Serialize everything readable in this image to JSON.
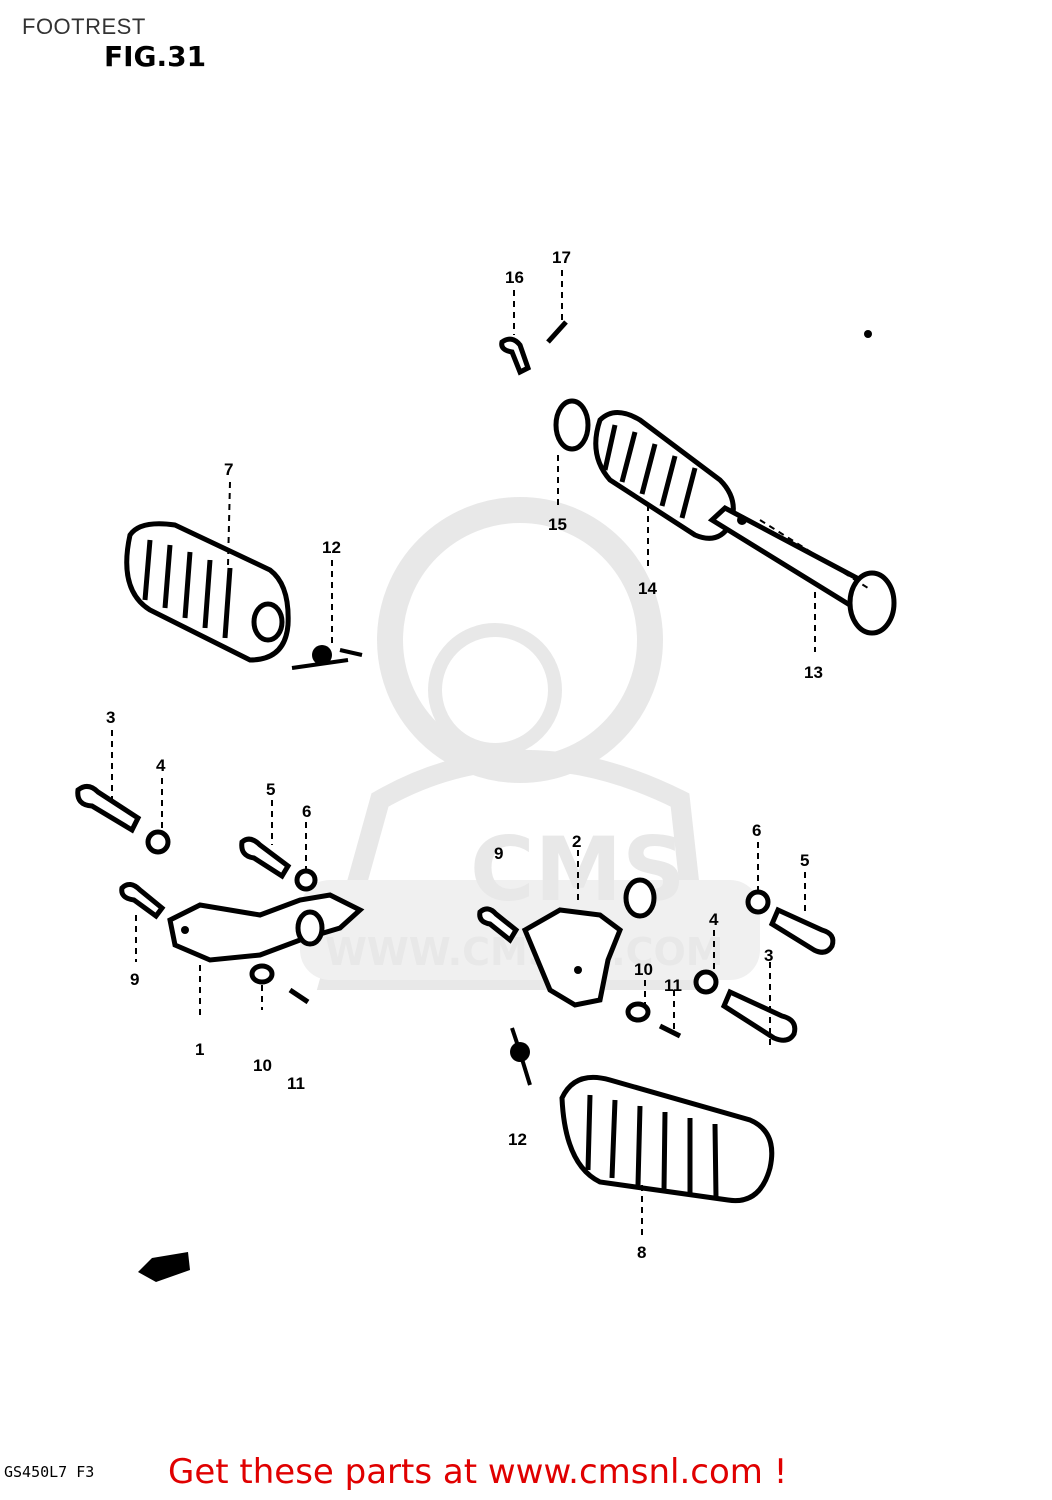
{
  "header": {
    "title": "FOOTREST"
  },
  "figure": {
    "label": "FIG.31",
    "model_code": "GS450L7 F3",
    "watermark": {
      "brand": "CMS",
      "url": "WWW.CMSNL.COM"
    },
    "callouts": [
      {
        "id": "c1",
        "number": "1"
      },
      {
        "id": "c2",
        "number": "2"
      },
      {
        "id": "c3a",
        "number": "3"
      },
      {
        "id": "c3b",
        "number": "3"
      },
      {
        "id": "c4a",
        "number": "4"
      },
      {
        "id": "c4b",
        "number": "4"
      },
      {
        "id": "c5a",
        "number": "5"
      },
      {
        "id": "c5b",
        "number": "5"
      },
      {
        "id": "c6a",
        "number": "6"
      },
      {
        "id": "c6b",
        "number": "6"
      },
      {
        "id": "c7",
        "number": "7"
      },
      {
        "id": "c8",
        "number": "8"
      },
      {
        "id": "c9a",
        "number": "9"
      },
      {
        "id": "c9b",
        "number": "9"
      },
      {
        "id": "c10a",
        "number": "10"
      },
      {
        "id": "c10b",
        "number": "10"
      },
      {
        "id": "c11a",
        "number": "11"
      },
      {
        "id": "c11b",
        "number": "11"
      },
      {
        "id": "c12a",
        "number": "12"
      },
      {
        "id": "c12b",
        "number": "12"
      },
      {
        "id": "c13",
        "number": "13"
      },
      {
        "id": "c14",
        "number": "14"
      },
      {
        "id": "c15",
        "number": "15"
      },
      {
        "id": "c16",
        "number": "16"
      },
      {
        "id": "c17",
        "number": "17"
      }
    ]
  },
  "footer": {
    "link_text": "Get these parts at www.cmsnl.com !"
  },
  "colors": {
    "link": "#e00000",
    "ink": "#000000",
    "watermark": "#d6d6d6"
  }
}
